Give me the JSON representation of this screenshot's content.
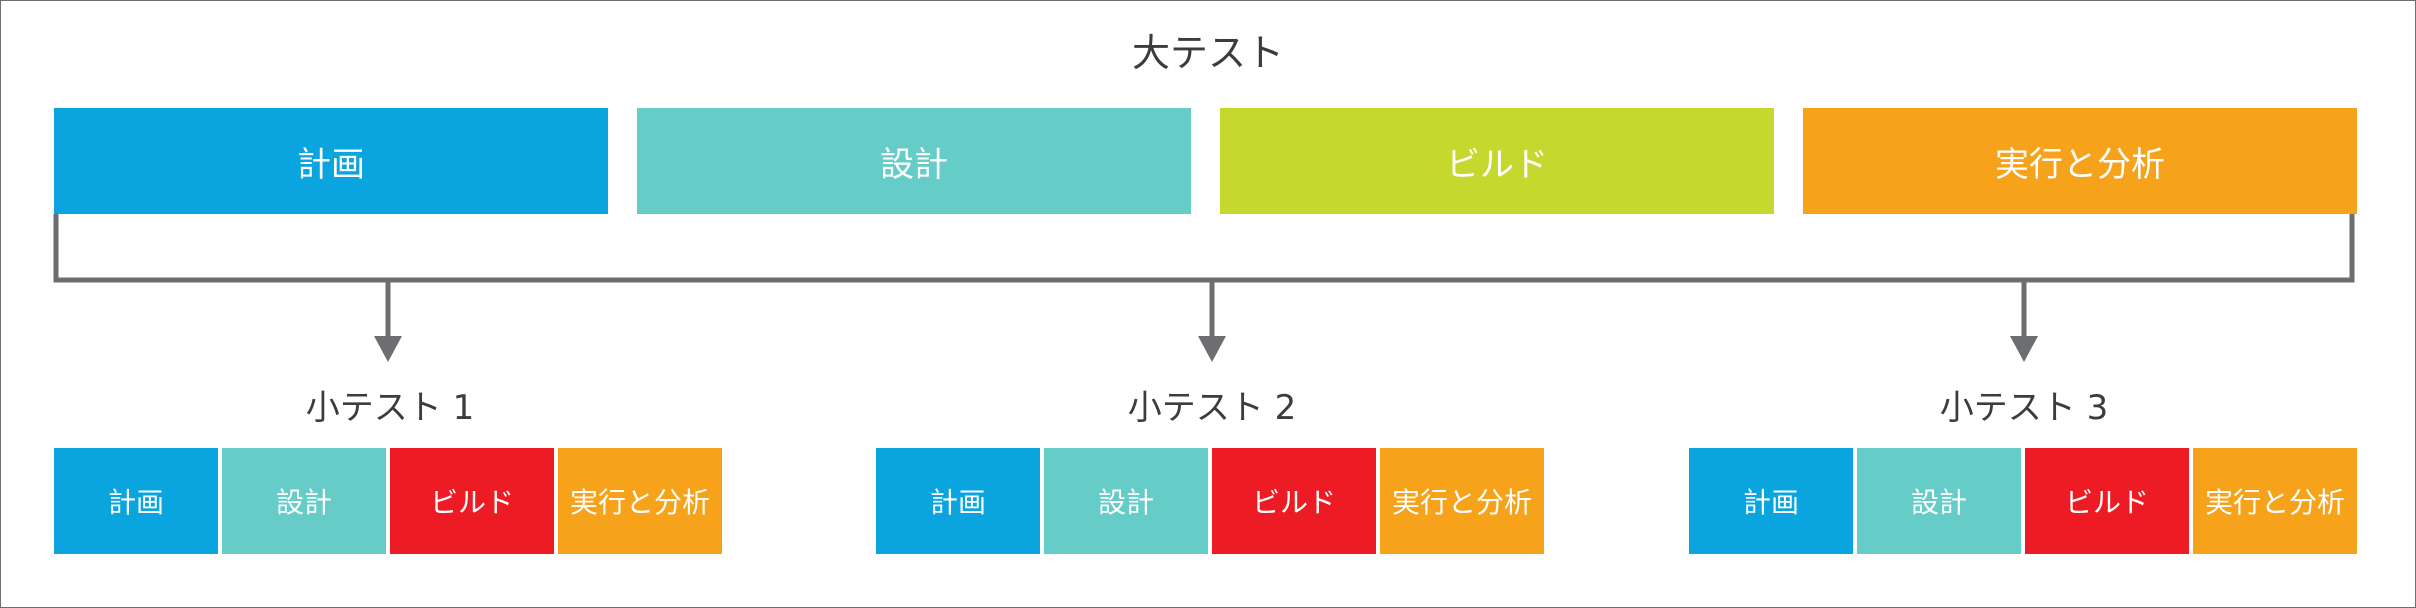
{
  "title": "大テスト",
  "colors": {
    "plan": "#0aa5de",
    "design": "#66ccc7",
    "build_main": "#c5d82e",
    "run_main": "#f7a21b",
    "build_mini": "#ed1c24",
    "run_mini": "#f7a21b",
    "bracket": "#6d6e71"
  },
  "main_phases": [
    {
      "label": "計画"
    },
    {
      "label": "設計"
    },
    {
      "label": "ビルド"
    },
    {
      "label": "実行と分析"
    }
  ],
  "mini_tests": [
    {
      "title": "小テスト 1",
      "phases": [
        {
          "label": "計画"
        },
        {
          "label": "設計"
        },
        {
          "label": "ビルド"
        },
        {
          "label": "実行と分析"
        }
      ]
    },
    {
      "title": "小テスト 2",
      "phases": [
        {
          "label": "計画"
        },
        {
          "label": "設計"
        },
        {
          "label": "ビルド"
        },
        {
          "label": "実行と分析"
        }
      ]
    },
    {
      "title": "小テスト 3",
      "phases": [
        {
          "label": "計画"
        },
        {
          "label": "設計"
        },
        {
          "label": "ビルド"
        },
        {
          "label": "実行と分析"
        }
      ]
    }
  ]
}
